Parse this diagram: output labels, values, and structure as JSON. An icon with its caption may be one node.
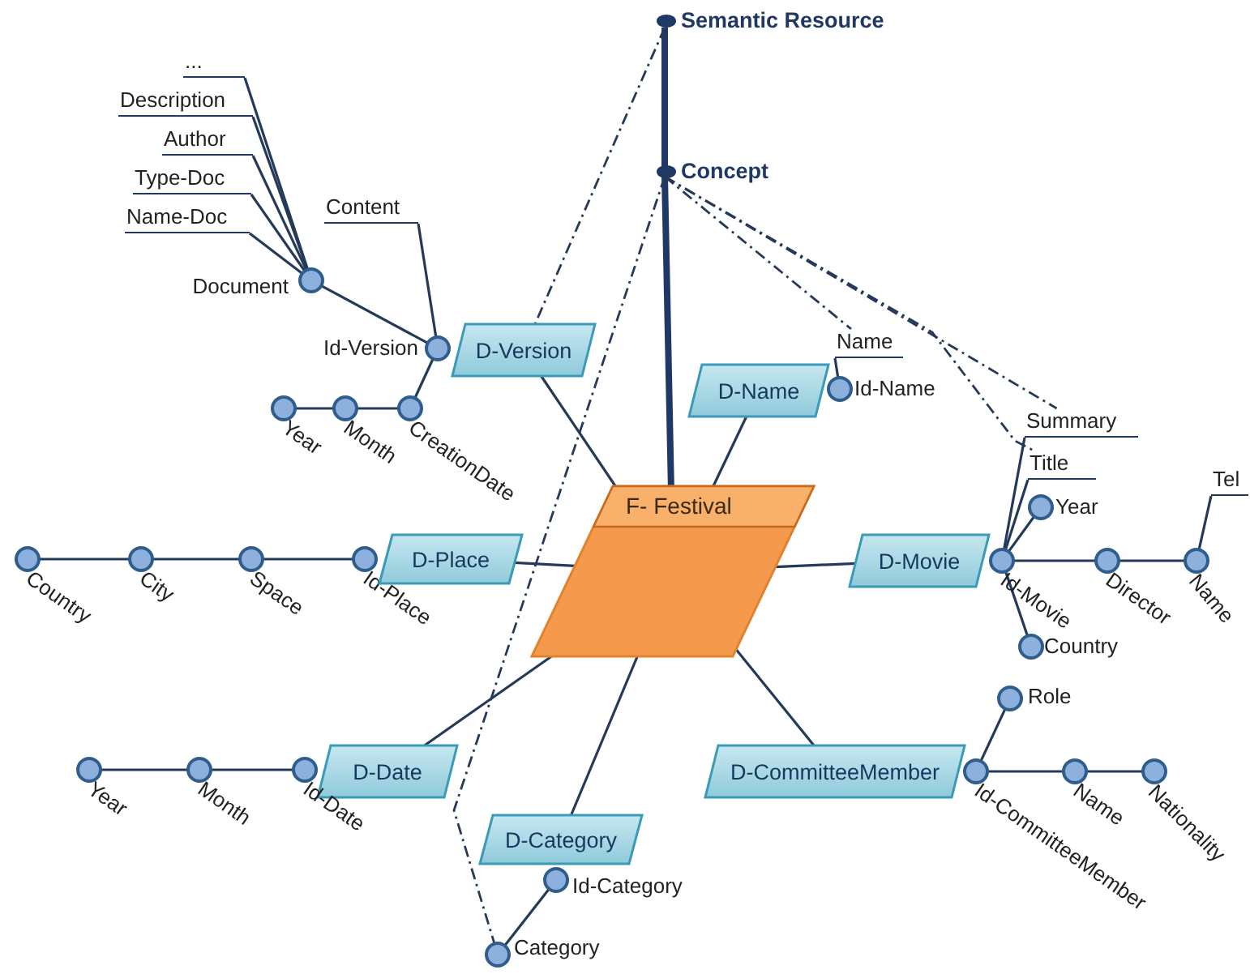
{
  "diagram": {
    "nodes": [
      {
        "text": [
          "Semantic Resource"
        ]
      },
      {
        "text": [
          "Concept"
        ]
      },
      {
        "text": [
          "..."
        ]
      },
      {
        "text": [
          "Description"
        ]
      },
      {
        "text": [
          "Author"
        ]
      },
      {
        "text": [
          "Type-Doc"
        ]
      },
      {
        "text": [
          "Name-Doc"
        ]
      },
      {
        "text": [
          "Content"
        ]
      },
      {
        "text": [],
        "shape": "circle",
        "beside": [
          "Document"
        ]
      },
      {
        "text": [],
        "shape": "circle",
        "beside": [
          "Id-Version"
        ]
      },
      {
        "text": [
          "D-Version"
        ]
      },
      {
        "text": [
          "Name"
        ]
      },
      {
        "text": [
          "D-Name"
        ]
      },
      {
        "text": [],
        "shape": "circle",
        "beside": [
          "Id-Name"
        ]
      },
      {
        "text": [],
        "shape": "circle",
        "beside": [
          "Year"
        ]
      },
      {
        "text": [],
        "shape": "circle",
        "beside": [
          "Month"
        ]
      },
      {
        "text": [],
        "shape": "circle",
        "beside": [
          "CreationDate"
        ]
      },
      {
        "text": [
          "Summary"
        ]
      },
      {
        "text": [
          "Title"
        ]
      },
      {
        "text": [
          "Tel"
        ]
      },
      {
        "text": [
          "F- Festival"
        ]
      },
      {
        "text": [],
        "shape": "circle",
        "beside": [
          "Country"
        ]
      },
      {
        "text": [],
        "shape": "circle",
        "beside": [
          "City"
        ]
      },
      {
        "text": [],
        "shape": "circle",
        "beside": [
          "Space"
        ]
      },
      {
        "text": [],
        "shape": "circle",
        "beside": [
          "Id-Place"
        ]
      },
      {
        "text": [
          "D-Place"
        ]
      },
      {
        "text": [
          "D-Movie"
        ]
      },
      {
        "text": [],
        "shape": "circle",
        "beside": [
          "Id-Movie"
        ]
      },
      {
        "text": [],
        "shape": "circle",
        "beside": [
          "Year"
        ]
      },
      {
        "text": [],
        "shape": "circle",
        "beside": [
          "Director"
        ]
      },
      {
        "text": [],
        "shape": "circle",
        "beside": [
          "Name"
        ]
      },
      {
        "text": [],
        "shape": "circle",
        "beside": [
          "Country"
        ]
      },
      {
        "text": [],
        "shape": "circle",
        "beside": [
          "Role"
        ]
      },
      {
        "text": [
          "D-Date"
        ]
      },
      {
        "text": [],
        "shape": "circle",
        "beside": [
          "Year"
        ]
      },
      {
        "text": [],
        "shape": "circle",
        "beside": [
          "Month"
        ]
      },
      {
        "text": [],
        "shape": "circle",
        "beside": [
          "Id-Date"
        ]
      },
      {
        "text": [
          "D-CommitteeMember"
        ]
      },
      {
        "text": [],
        "shape": "circle",
        "beside": [
          "Id-CommitteeMember"
        ]
      },
      {
        "text": [],
        "shape": "circle",
        "beside": [
          "Name"
        ]
      },
      {
        "text": [],
        "shape": "circle",
        "beside": [
          "Nationality"
        ]
      },
      {
        "text": [
          "D-Category"
        ]
      },
      {
        "text": [],
        "shape": "circle",
        "beside": [
          "Id-Category"
        ]
      },
      {
        "text": [],
        "shape": "circle",
        "beside": [
          "Category"
        ]
      }
    ],
    "edges": [
      {
        "from": 0,
        "to": 1,
        "arrow": "none",
        "style": "thick"
      },
      {
        "from": 1,
        "to": 20,
        "arrow": "none",
        "style": "thick"
      },
      {
        "from": 0,
        "to": 10,
        "arrow": "none",
        "style": "dashed"
      },
      {
        "from": 1,
        "to": 11,
        "arrow": "none",
        "style": "dashed"
      },
      {
        "from": 1,
        "to": 17,
        "arrow": "none",
        "style": "dashed"
      },
      {
        "from": 1,
        "to": 18,
        "arrow": "none",
        "style": "dashed"
      },
      {
        "from": 1,
        "to": 43,
        "arrow": "none",
        "style": "dashed"
      },
      {
        "from": 2,
        "to": 8,
        "arrow": "none"
      },
      {
        "from": 3,
        "to": 8,
        "arrow": "none"
      },
      {
        "from": 4,
        "to": 8,
        "arrow": "none"
      },
      {
        "from": 5,
        "to": 8,
        "arrow": "none"
      },
      {
        "from": 6,
        "to": 8,
        "arrow": "none"
      },
      {
        "from": 7,
        "to": 9,
        "arrow": "none"
      },
      {
        "from": 9,
        "to": 8,
        "arrow": "none"
      },
      {
        "from": 9,
        "to": 16,
        "arrow": "none"
      },
      {
        "from": 16,
        "to": 15,
        "arrow": "none"
      },
      {
        "from": 15,
        "to": 14,
        "arrow": "none"
      },
      {
        "from": 10,
        "to": 20,
        "arrow": "none"
      },
      {
        "from": 12,
        "to": 20,
        "arrow": "none"
      },
      {
        "from": 11,
        "to": 13,
        "arrow": "none"
      },
      {
        "from": 17,
        "to": 27,
        "arrow": "none"
      },
      {
        "from": 18,
        "to": 27,
        "arrow": "none"
      },
      {
        "from": 19,
        "to": 30,
        "arrow": "none"
      },
      {
        "from": 24,
        "to": 23,
        "arrow": "none"
      },
      {
        "from": 23,
        "to": 22,
        "arrow": "none"
      },
      {
        "from": 22,
        "to": 21,
        "arrow": "none"
      },
      {
        "from": 25,
        "to": 20,
        "arrow": "none"
      },
      {
        "from": 26,
        "to": 20,
        "arrow": "none"
      },
      {
        "from": 27,
        "to": 28,
        "arrow": "none"
      },
      {
        "from": 27,
        "to": 29,
        "arrow": "none"
      },
      {
        "from": 29,
        "to": 30,
        "arrow": "none"
      },
      {
        "from": 27,
        "to": 31,
        "arrow": "none"
      },
      {
        "from": 33,
        "to": 20,
        "arrow": "none"
      },
      {
        "from": 36,
        "to": 35,
        "arrow": "none"
      },
      {
        "from": 35,
        "to": 34,
        "arrow": "none"
      },
      {
        "from": 37,
        "to": 20,
        "arrow": "none"
      },
      {
        "from": 38,
        "to": 32,
        "arrow": "none"
      },
      {
        "from": 38,
        "to": 39,
        "arrow": "none"
      },
      {
        "from": 39,
        "to": 40,
        "arrow": "none"
      },
      {
        "from": 41,
        "to": 20,
        "arrow": "none"
      },
      {
        "from": 42,
        "to": 43,
        "arrow": "none"
      }
    ]
  }
}
